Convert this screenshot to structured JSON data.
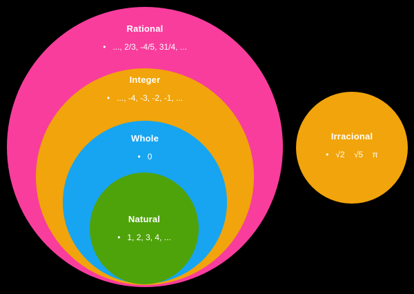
{
  "background_color": "#000000",
  "bullet_glyph": "•",
  "diagram": {
    "description": "Euler diagram of number sets",
    "sets": [
      {
        "id": "rational",
        "title": "Rational",
        "items": "..., 2/3, -4/5, 31/4, ...",
        "color": "#F93D9D",
        "contains": "integer"
      },
      {
        "id": "integer",
        "title": "Integer",
        "items": "..., -4, -3, -2, -1, ...",
        "color": "#F1A40B",
        "contains": "whole"
      },
      {
        "id": "whole",
        "title": "Whole",
        "items": "0",
        "color": "#17A5F1",
        "contains": "natural"
      },
      {
        "id": "natural",
        "title": "Natural",
        "items": "1, 2, 3, 4, ...",
        "color": "#4FA30A",
        "contains": null
      },
      {
        "id": "irrational",
        "title": "Irracional",
        "items": "√2    √5    π",
        "color": "#F1A40B",
        "contains": null
      }
    ]
  }
}
